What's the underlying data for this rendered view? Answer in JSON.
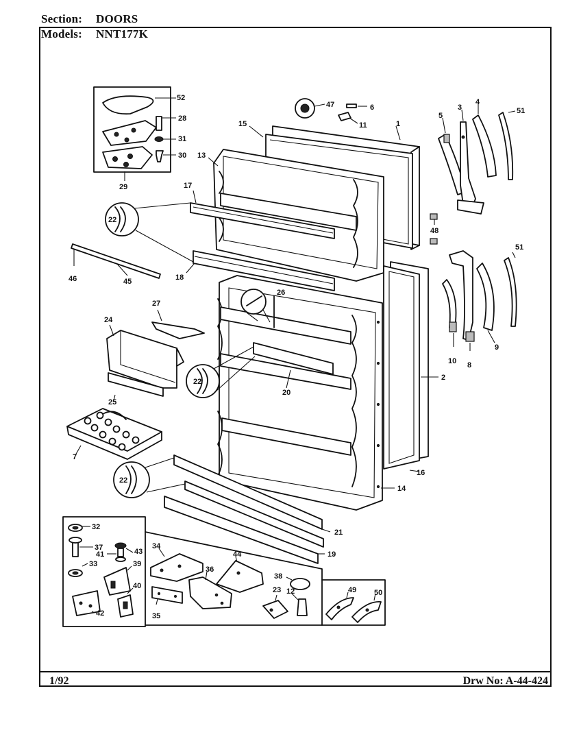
{
  "header": {
    "section_label": "Section:",
    "section_value": "DOORS",
    "models_label": "Models:",
    "models_value": "NNT177K"
  },
  "footer": {
    "date": "1/92",
    "drawing_no": "Drw No: A-44-424"
  },
  "callouts": {
    "c1": "1",
    "c2": "2",
    "c3": "3",
    "c4": "4",
    "c5": "5",
    "c6": "6",
    "c7": "7",
    "c8": "8",
    "c9": "9",
    "c10": "10",
    "c11": "11",
    "c12": "12",
    "c13": "13",
    "c14": "14",
    "c15": "15",
    "c16": "16",
    "c17": "17",
    "c18": "18",
    "c19": "19",
    "c20": "20",
    "c21": "21",
    "c22a": "22",
    "c22b": "22",
    "c22c": "22",
    "c23": "23",
    "c24": "24",
    "c25": "25",
    "c26": "26",
    "c27": "27",
    "c28": "28",
    "c29": "29",
    "c30": "30",
    "c31": "31",
    "c32": "32",
    "c33": "33",
    "c34": "34",
    "c35": "35",
    "c36": "36",
    "c37": "37",
    "c38": "38",
    "c39": "39",
    "c40": "40",
    "c41": "41",
    "c42": "42",
    "c43": "43",
    "c44": "44",
    "c45": "45",
    "c46": "46",
    "c47": "47",
    "c48": "48",
    "c49": "49",
    "c50": "50",
    "c51a": "51",
    "c51b": "51",
    "c52": "52"
  }
}
